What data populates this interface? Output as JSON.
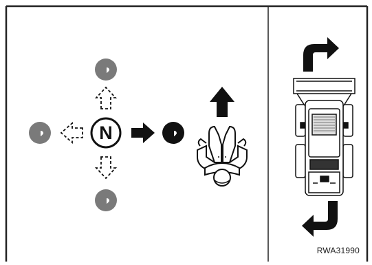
{
  "figure": {
    "reference_code": "RWA31990",
    "neutral_symbol": "N",
    "colors": {
      "ink": "#111111",
      "frame": "#222222",
      "inactive_ball": "#7a7a7a",
      "active_ball": "#111111",
      "paper": "#ffffff"
    },
    "joystick": {
      "positions": [
        "forward",
        "left",
        "right",
        "back"
      ],
      "active_position": "right",
      "inactive_positions": [
        "forward",
        "left",
        "back"
      ]
    },
    "operator_view": {
      "icon": "operator-seated-top-view-icon",
      "arrow": "up-arrow-icon"
    },
    "machine_view": {
      "icon": "skid-steer-loader-top-view-icon",
      "top_arrow": "turn-right-arrow-icon",
      "bottom_arrow": "turn-left-arrow-icon"
    }
  }
}
